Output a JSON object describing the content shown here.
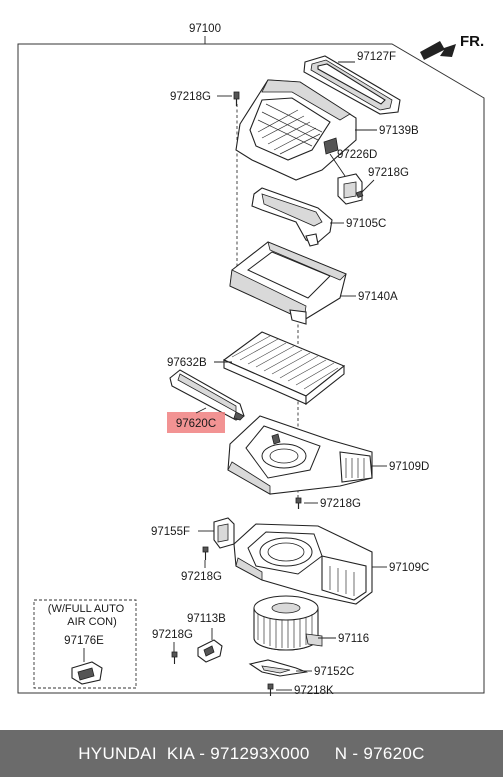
{
  "diagram": {
    "top_label": "97100",
    "direction_label": "FR.",
    "callouts": [
      {
        "id": "97127F",
        "label": "97127F"
      },
      {
        "id": "97218G-a",
        "label": "97218G"
      },
      {
        "id": "97139B",
        "label": "97139B"
      },
      {
        "id": "97226D",
        "label": "97226D"
      },
      {
        "id": "97218G-b",
        "label": "97218G"
      },
      {
        "id": "97105C",
        "label": "97105C"
      },
      {
        "id": "97140A",
        "label": "97140A"
      },
      {
        "id": "97632B",
        "label": "97632B"
      },
      {
        "id": "97620C",
        "label": "97620C",
        "highlighted": true
      },
      {
        "id": "97109D",
        "label": "97109D"
      },
      {
        "id": "97218G-c",
        "label": "97218G"
      },
      {
        "id": "97155F",
        "label": "97155F"
      },
      {
        "id": "97218G-d",
        "label": "97218G"
      },
      {
        "id": "97109C",
        "label": "97109C"
      },
      {
        "id": "97113B",
        "label": "97113B"
      },
      {
        "id": "97218G-e",
        "label": "97218G"
      },
      {
        "id": "97116",
        "label": "97116"
      },
      {
        "id": "97152C",
        "label": "97152C"
      },
      {
        "id": "97218K",
        "label": "97218K"
      }
    ],
    "option_box": {
      "line1": "(W/FULL AUTO",
      "line2": "AIR CON)",
      "part": "97176E"
    },
    "highlight_color": "#f08080"
  },
  "footer": {
    "text": "HYUNDAI  KIA - 971293X000     N - 97620C"
  }
}
